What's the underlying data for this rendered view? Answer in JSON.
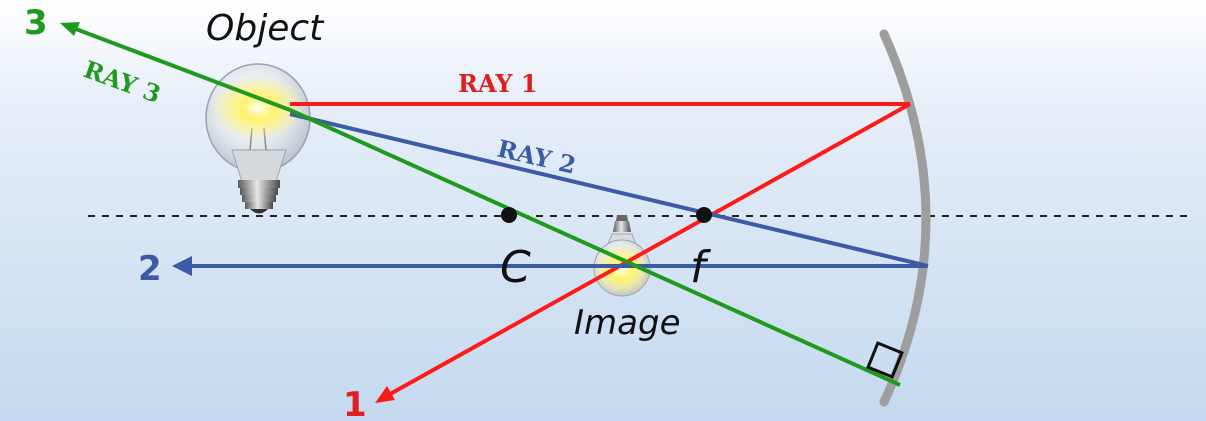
{
  "labels": {
    "object": "Object",
    "image": "Image",
    "center": "C",
    "focus": "f",
    "ray1": "RAY 1",
    "ray2": "RAY 2",
    "ray3": "RAY 3",
    "num1": "1",
    "num2": "2",
    "num3": "3"
  },
  "colors": {
    "ray1": "#ff1a1a",
    "ray2": "#3d5aa6",
    "ray3": "#1f9a1f",
    "mirror": "#9e9e9e",
    "axis": "#222222",
    "bg_top": "#ffffff",
    "bg_bottom": "#c7dcf0",
    "bulb_glow": "#fff36b"
  },
  "icons": [
    "light-bulb-object-icon",
    "light-bulb-image-icon",
    "right-angle-marker-icon",
    "arrow-head-icon"
  ]
}
